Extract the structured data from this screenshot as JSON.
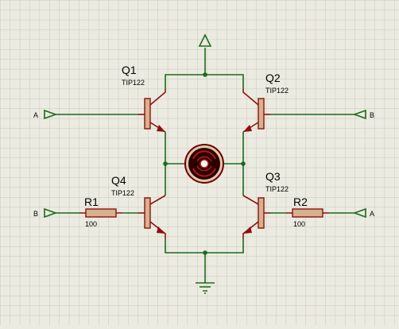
{
  "schematic": {
    "transistors": [
      {
        "ref": "Q1",
        "part": "TIP122"
      },
      {
        "ref": "Q2",
        "part": "TIP122"
      },
      {
        "ref": "Q3",
        "part": "TIP122"
      },
      {
        "ref": "Q4",
        "part": "TIP122"
      }
    ],
    "resistors": [
      {
        "ref": "R1",
        "value": "100"
      },
      {
        "ref": "R2",
        "value": "100"
      }
    ],
    "inputs": {
      "left_top": "A",
      "right_top": "B",
      "left_bottom": "B",
      "right_bottom": "A"
    },
    "colors": {
      "background": "#ecebe1",
      "grid": "#c9c8bd",
      "wire": "#1b6a1b",
      "component": "#8a1010",
      "component_fill": "#d8b18e",
      "motor": "#6b0000"
    }
  }
}
